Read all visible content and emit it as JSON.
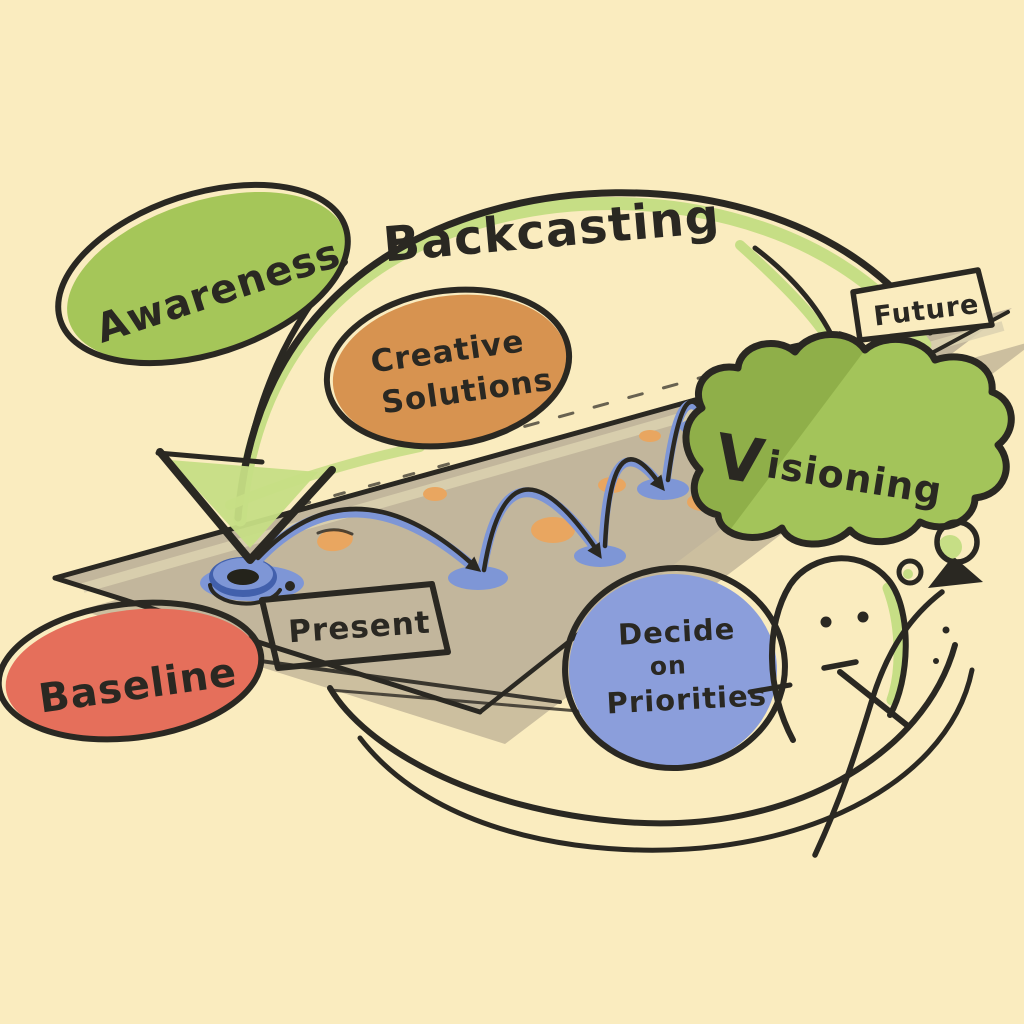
{
  "diagram": {
    "title": "Backcasting",
    "stages": {
      "awareness": "Awareness",
      "creative_line1": "Creative",
      "creative_line2": "Solutions",
      "visioning_initial": "V",
      "visioning_rest": "isioning",
      "decide_line1": "Decide",
      "decide_line2": "on",
      "decide_line3": "Priorities",
      "baseline": "Baseline"
    },
    "timeline": {
      "present": "Present",
      "future": "Future"
    }
  },
  "colors": {
    "bg": "#FAECBF",
    "ink": "#2A2822",
    "path_tan": "#C2B69C",
    "path_shadow": "#CCBF9F",
    "path_edge_light": "#DCD2B0",
    "green": "#A5C659",
    "green_light": "#C6DE85",
    "cloud_green": "#A3C45A",
    "cloud_green_dark": "#8FAF49",
    "orange": "#D79350",
    "orange_dot": "#E9A660",
    "red": "#E56F5B",
    "blue_bubble": "#8B9EDB",
    "blue_mid": "#7E96D6",
    "blue_dark": "#4260AC",
    "donut_hole": "#24231B"
  }
}
